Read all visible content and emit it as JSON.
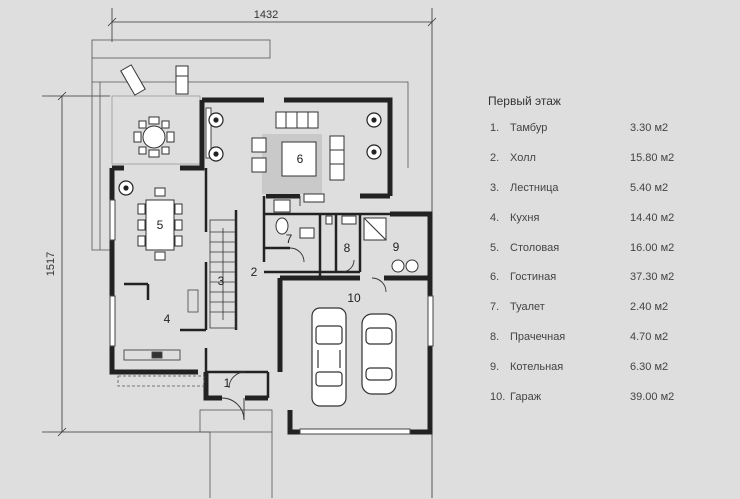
{
  "dimensions": {
    "width_label": "1432",
    "height_label": "1517"
  },
  "plan_labels": [
    "1",
    "2",
    "3",
    "4",
    "5",
    "6",
    "7",
    "8",
    "9",
    "10"
  ],
  "legend": {
    "title": "Первый этаж",
    "rooms": [
      {
        "num": "1.",
        "name": "Тамбур",
        "area": "3.30 м2"
      },
      {
        "num": "2.",
        "name": "Холл",
        "area": "15.80 м2"
      },
      {
        "num": "3.",
        "name": "Лестница",
        "area": "5.40 м2"
      },
      {
        "num": "4.",
        "name": "Кухня",
        "area": "14.40 м2"
      },
      {
        "num": "5.",
        "name": "Столовая",
        "area": "16.00 м2"
      },
      {
        "num": "6.",
        "name": "Гостиная",
        "area": "37.30 м2"
      },
      {
        "num": "7.",
        "name": "Туалет",
        "area": "2.40 м2"
      },
      {
        "num": "8.",
        "name": "Прачечная",
        "area": "4.70 м2"
      },
      {
        "num": "9.",
        "name": "Котельная",
        "area": "6.30 м2"
      },
      {
        "num": "10.",
        "name": "Гараж",
        "area": "39.00 м2"
      }
    ]
  }
}
